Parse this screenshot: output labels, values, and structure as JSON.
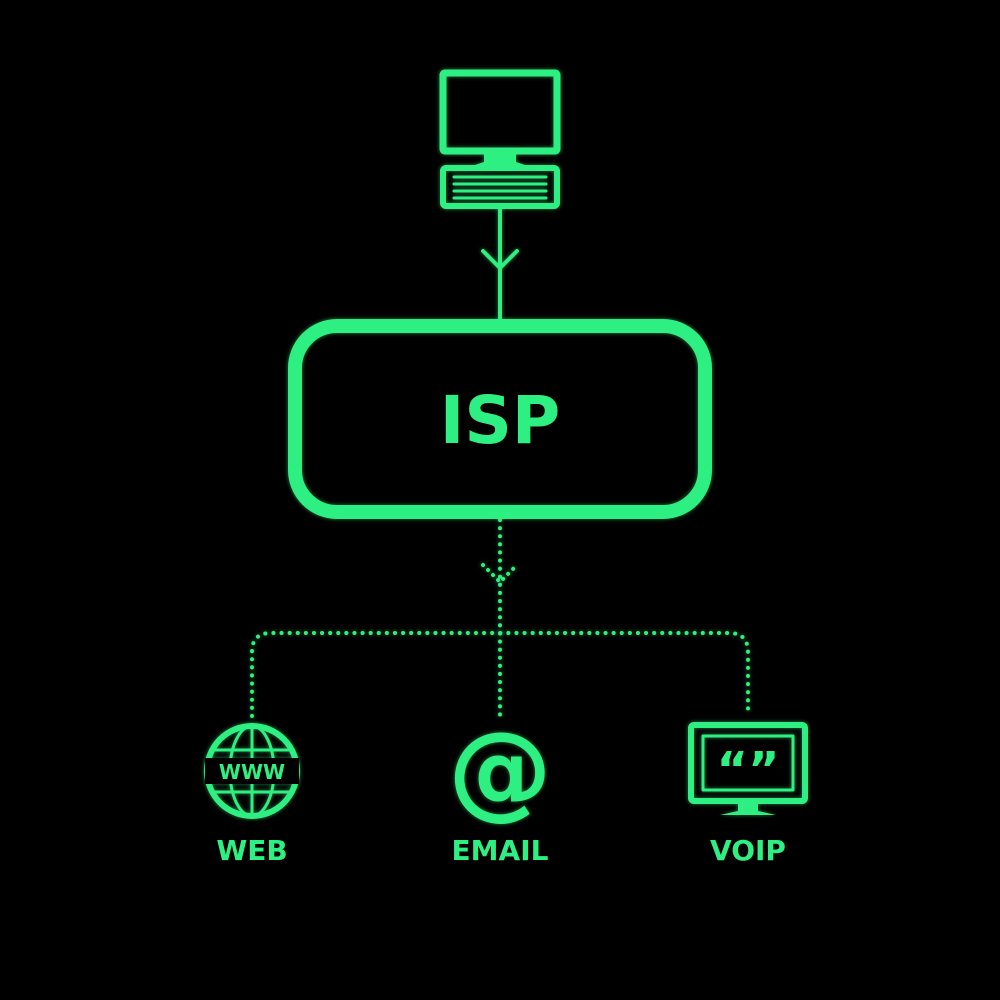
{
  "colors": {
    "background": "#000000",
    "accent": "#2EF082"
  },
  "diagram": {
    "source": {
      "icon": "desktop-computer-icon"
    },
    "hub": {
      "label": "ISP"
    },
    "services": [
      {
        "label": "WEB",
        "icon": "globe-www-icon",
        "icon_text": "WWW"
      },
      {
        "label": "EMAIL",
        "icon": "at-sign-icon",
        "icon_text": "@"
      },
      {
        "label": "VOIP",
        "icon": "monitor-quote-icon",
        "icon_text": "“”"
      }
    ]
  }
}
